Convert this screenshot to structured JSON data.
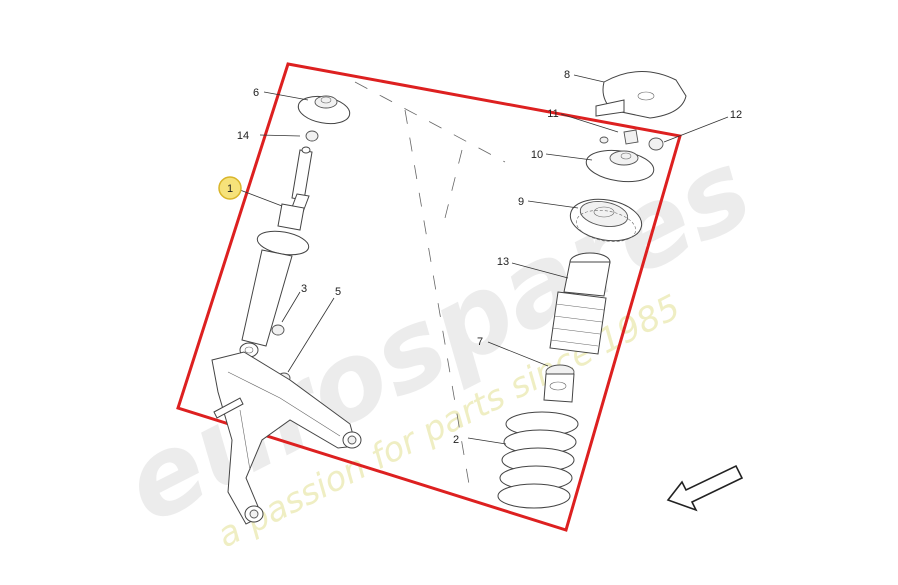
{
  "watermark": {
    "brand": "eurospares",
    "tagline": "a passion for parts since 1985"
  },
  "colors": {
    "frame": "#dd2020",
    "highlight_fill": "#f6e27a",
    "highlight_stroke": "#d9b52a",
    "watermark_gray": "#e6e6e6",
    "watermark_yellow": "#ecebb8"
  },
  "callouts": [
    {
      "id": "1",
      "label": "1",
      "highlighted": true
    },
    {
      "id": "2",
      "label": "2"
    },
    {
      "id": "3",
      "label": "3"
    },
    {
      "id": "5",
      "label": "5"
    },
    {
      "id": "6",
      "label": "6"
    },
    {
      "id": "7",
      "label": "7"
    },
    {
      "id": "8",
      "label": "8"
    },
    {
      "id": "9",
      "label": "9"
    },
    {
      "id": "10",
      "label": "10"
    },
    {
      "id": "11",
      "label": "11"
    },
    {
      "id": "12",
      "label": "12"
    },
    {
      "id": "13",
      "label": "13"
    },
    {
      "id": "14",
      "label": "14"
    }
  ],
  "direction_arrow_icon": "arrow-down-left-icon"
}
